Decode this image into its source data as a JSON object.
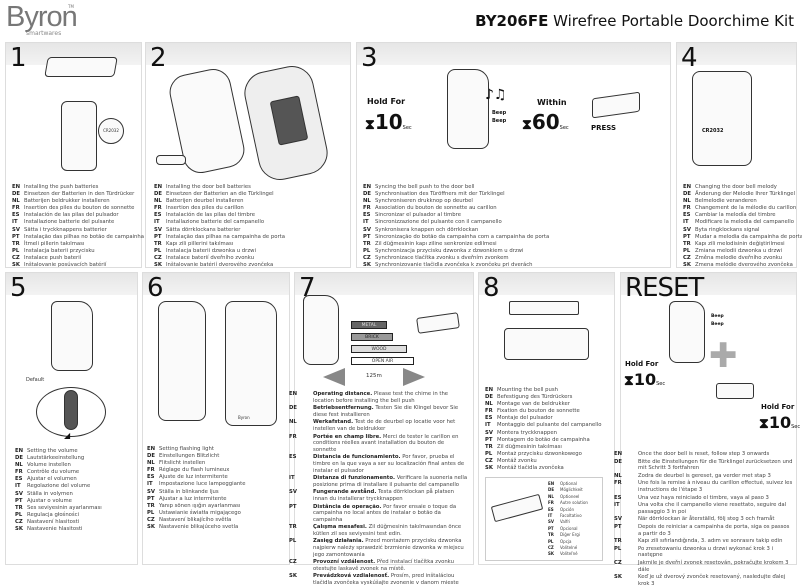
{
  "header": {
    "brand": "Byron",
    "brand_sub": "smartwares",
    "tm": "TM",
    "model": "BY206FE",
    "title": "Wirefree Portable Doorchime Kit"
  },
  "panels": {
    "p1": {
      "number": "1",
      "items": [
        [
          "EN",
          "Installing the push batteries"
        ],
        [
          "DE",
          "Einsetzen der Batterien in den Türdrücker"
        ],
        [
          "NL",
          "Batterijen beldrukker installeren"
        ],
        [
          "FR",
          "Insertion des piles du bouton de sonnette"
        ],
        [
          "ES",
          "Instalación de las pilas del pulsador"
        ],
        [
          "IT",
          "Installazione batterie del pulsante"
        ],
        [
          "SV",
          "Sätta i tryckknappens batterier"
        ],
        [
          "PT",
          "Instalação das pilhas no botão de campainha"
        ],
        [
          "TR",
          "İtmeli pillerin takılması"
        ],
        [
          "PL",
          "Instalacja baterii przycisku"
        ],
        [
          "CZ",
          "Instalace push baterií"
        ],
        [
          "SK",
          "Inštalovanie posúvacích batérií"
        ]
      ],
      "coin": "CR2032"
    },
    "p2": {
      "number": "2",
      "items": [
        [
          "EN",
          "Installing the door bell batteries"
        ],
        [
          "DE",
          "Einsetzen der Batterien an die Türklingel"
        ],
        [
          "NL",
          "Batterijen deurbel installeren"
        ],
        [
          "FR",
          "Insertion des piles du carillon"
        ],
        [
          "ES",
          "Instalación de las pilas del timbre"
        ],
        [
          "IT",
          "Installazione batterie del campanello"
        ],
        [
          "SV",
          "Sätta dörrklockans batterier"
        ],
        [
          "PT",
          "Instalação das pilhas na campainha de porta"
        ],
        [
          "TR",
          "Kapı zili pillerini takılması"
        ],
        [
          "PL",
          "Instalacja baterii dzwonka u drzwi"
        ],
        [
          "CZ",
          "Instalace baterií dveřního zvonku"
        ],
        [
          "SK",
          "Inštalovanie batérií dverového zvončeka"
        ]
      ]
    },
    "p3": {
      "number": "3",
      "hold_for": "Hold For",
      "hold_value": "10",
      "sec": "Sec",
      "beep1": "Beep",
      "beep2": "Beep",
      "within": "Within",
      "within_value": "60",
      "press": "PRESS",
      "items": [
        [
          "EN",
          "Syncing the bell push to the door bell"
        ],
        [
          "DE",
          "Synchronisation des Türöffners mit der Türklingel"
        ],
        [
          "NL",
          "Synchroniseren drukknop op deurbel"
        ],
        [
          "FR",
          "Association du bouton de sonnette au carillon"
        ],
        [
          "ES",
          "Sincronizar el pulsador al timbre"
        ],
        [
          "IT",
          "Sincronizzazione del pulsante con il campanello"
        ],
        [
          "SV",
          "Synkronisera knappen och dörrklockan"
        ],
        [
          "PT",
          "Sincronização do botão da campainha com a campainha de porta"
        ],
        [
          "TR",
          "Zil düğmesinin kapı ziline senkronize edilmesi"
        ],
        [
          "PL",
          "Synchronizacja przycisku dzwonka z dzwonkiem u drzwi"
        ],
        [
          "CZ",
          "Synchronizace tlačítka zvonku s dveřním zvonkem"
        ],
        [
          "SK",
          "Synchronizovanie tlačidla zvončeka k zvončeku pri dverách"
        ]
      ]
    },
    "p4": {
      "number": "4",
      "coin": "CR2032",
      "items": [
        [
          "EN",
          "Changing the door bell melody"
        ],
        [
          "DE",
          "Änderung der Melodie Ihrer Türklingel"
        ],
        [
          "NL",
          "Belmelodie veranderen"
        ],
        [
          "FR",
          "Changement de la mélodie du carillon"
        ],
        [
          "ES",
          "Cambiar la melodía del timbre"
        ],
        [
          "IT",
          "Modificare la melodia del campanello"
        ],
        [
          "SV",
          "Byta ringklockans signal"
        ],
        [
          "PT",
          "Mudar a melodia da campainha de porta"
        ],
        [
          "TR",
          "Kapı zili melodisinin değiştirilmesi"
        ],
        [
          "PL",
          "Zmiana melodii dzwonka u drzwi"
        ],
        [
          "CZ",
          "Změna melodie dveřního zvonku"
        ],
        [
          "SK",
          "Zmena melódie dverového zvončeka"
        ]
      ]
    },
    "p5": {
      "number": "5",
      "default_label": "Default",
      "items": [
        [
          "EN",
          "Setting the volume"
        ],
        [
          "DE",
          "Lautstärkeeinstellung"
        ],
        [
          "NL",
          "Volume instellen"
        ],
        [
          "FR",
          "Contrôle du volume"
        ],
        [
          "ES",
          "Ajustar el volumen"
        ],
        [
          "IT",
          "Regolazione del volume"
        ],
        [
          "SV",
          "Ställa in volymen"
        ],
        [
          "PT",
          "Ajustar o volume"
        ],
        [
          "TR",
          "Ses seviyesinin ayarlanması"
        ],
        [
          "PL",
          "Regulacja głośności"
        ],
        [
          "CZ",
          "Nastavení hlasitosti"
        ],
        [
          "SK",
          "Nastavenie hlasitosti"
        ]
      ]
    },
    "p6": {
      "number": "6",
      "device_label": "Byron",
      "items": [
        [
          "EN",
          "Setting flashing light"
        ],
        [
          "DE",
          "Einstellungen Blitzlicht"
        ],
        [
          "NL",
          "Flitslicht instellen"
        ],
        [
          "FR",
          "Réglage du flash lumineux"
        ],
        [
          "ES",
          "Ajuste de luz intermitente"
        ],
        [
          "IT",
          "Impostazione luce lampeggiante"
        ],
        [
          "SV",
          "Ställa in blinkande ljus"
        ],
        [
          "PT",
          "Ajustar a luz intermitente"
        ],
        [
          "TR",
          "Yanıp sönen ışığın ayarlanması"
        ],
        [
          "PL",
          "Ustawianie światła migającego"
        ],
        [
          "CZ",
          "Nastavení blikajícího světla"
        ],
        [
          "SK",
          "Nastavenie blikajúceho svetla"
        ]
      ]
    },
    "p7": {
      "number": "7",
      "materials": [
        "METAL",
        "BRICK",
        "WOOD",
        "OPEN AIR"
      ],
      "distance": "125m",
      "items": [
        [
          "EN",
          "Operating distance.",
          "Please test the chime in the location before installing the bell push"
        ],
        [
          "DE",
          "Betriebsentfernung.",
          "Testen Sie die Klingel bevor Sie diese fest installieren"
        ],
        [
          "NL",
          "Werkafstand.",
          "Test de de deurbel op locatie voor het instellen van de beldrukker"
        ],
        [
          "FR",
          "Portée en champ libre.",
          "Merci de tester le carillon en conditions réelles avant installation du bouton de sonnette"
        ],
        [
          "ES",
          "Distancia de funcionamiento.",
          "Por favor, prueba el timbre en la que vaya a ser su localización final antes de instalar el pulsador"
        ],
        [
          "IT",
          "Distanza di funzionamento.",
          "Verificare la suoneria nella posizione prima di installare il pulsante del campanello"
        ],
        [
          "SV",
          "Fungerande avstånd.",
          "Testa dörrklockan på platsen innan du installerar tryckknappen"
        ],
        [
          "PT",
          "Distância de operação.",
          "Por favor ensaie o toque da campainha no local antes de instalar o botão da campainha"
        ],
        [
          "TR",
          "Çalışma mesafesi.",
          "Zil düğmesinin takılmasından önce kütlen zil ses seviyesini test edin."
        ],
        [
          "PL",
          "Zasięg działania.",
          "Przed montażem przycisku dzwonka najpierw należy sprawdzić brzmienie dzwonka w miejscu jego zamontowania"
        ],
        [
          "CZ",
          "Provozní vzdálenost.",
          "Před instalací tlačítka zvonku otestujte laskavě zvonek na místě."
        ],
        [
          "SK",
          "Prevádzková vzdialenosť.",
          "Prosím, pred inštaláciou tlačidla zvončeka vyskúšajte zvonenie v danom mieste"
        ]
      ]
    },
    "p8": {
      "number": "8",
      "items": [
        [
          "EN",
          "Mounting the bell push"
        ],
        [
          "DE",
          "Befestigung des Türdrückers"
        ],
        [
          "NL",
          "Montage van de beldrukker"
        ],
        [
          "FR",
          "Fixation du bouton de sonnette"
        ],
        [
          "ES",
          "Montaje del pulsador"
        ],
        [
          "IT",
          "Montaggio del pulsante del campanello"
        ],
        [
          "SV",
          "Montera tryckknappen"
        ],
        [
          "PT",
          "Montagem do botão de campainha"
        ],
        [
          "TR",
          "Zil düğmesinin takılması"
        ],
        [
          "PL",
          "Montaż przycisku dzwonkowego"
        ],
        [
          "CZ",
          "Montáž zvonku"
        ],
        [
          "SK",
          "Montáž tlačidla zvončeka"
        ]
      ],
      "optional": [
        [
          "EN",
          "Optional"
        ],
        [
          "DE",
          "Möglichkeit"
        ],
        [
          "NL",
          "Optioneel"
        ],
        [
          "FR",
          "Autre solution"
        ],
        [
          "ES",
          "Opción"
        ],
        [
          "IT",
          "Facoltativo"
        ],
        [
          "SV",
          "Valfri"
        ],
        [
          "PT",
          "Opcional"
        ],
        [
          "TR",
          "Diğer Ergi"
        ],
        [
          "PL",
          "Opcja"
        ],
        [
          "CZ",
          "Volitelné"
        ],
        [
          "SK",
          "Voliteľné"
        ]
      ]
    },
    "reset": {
      "title": "RESET",
      "beep1": "Beep",
      "beep2": "Beep",
      "hold_for": "Hold For",
      "hold_value": "10",
      "sec": "Sec",
      "items": [
        [
          "EN",
          "Once the door bell is reset, follow step 3 onwards"
        ],
        [
          "DE",
          "Bitte die Einstellungen für die Türklingel zurücksetzen und mit Schritt 3 fortfahren"
        ],
        [
          "NL",
          "Zodra de deurbel is gereset, ga verder met stap 3"
        ],
        [
          "FR",
          "Une fois la remise à niveau du carillon effectué, suivez les instructions de l'étape 3"
        ],
        [
          "ES",
          "Una vez haya reiniciado el timbre, vaya al paso 3"
        ],
        [
          "IT",
          "Una volta che il campanello viene resettato, seguire dal passaggio 3 in poi"
        ],
        [
          "SV",
          "När dörrklockan är återställd, följ steg 3 och framåt"
        ],
        [
          "PT",
          "Depois de reiniciar a campainha de porta, siga os passos a partir do 3"
        ],
        [
          "TR",
          "Kapı zili sıfırlandığında, 3. adım ve sonrasını takip edin"
        ],
        [
          "PL",
          "Po zresetowaniu dzwonka u drzwi wykonać krok 3 i następne"
        ],
        [
          "CZ",
          "Jakmile je dveřní zvonek resetován, pokračujte krokem 3 dále"
        ],
        [
          "SK",
          "Keď je už dverový zvonček resetovaný, nasledujte ďalej krok 3"
        ]
      ]
    }
  }
}
